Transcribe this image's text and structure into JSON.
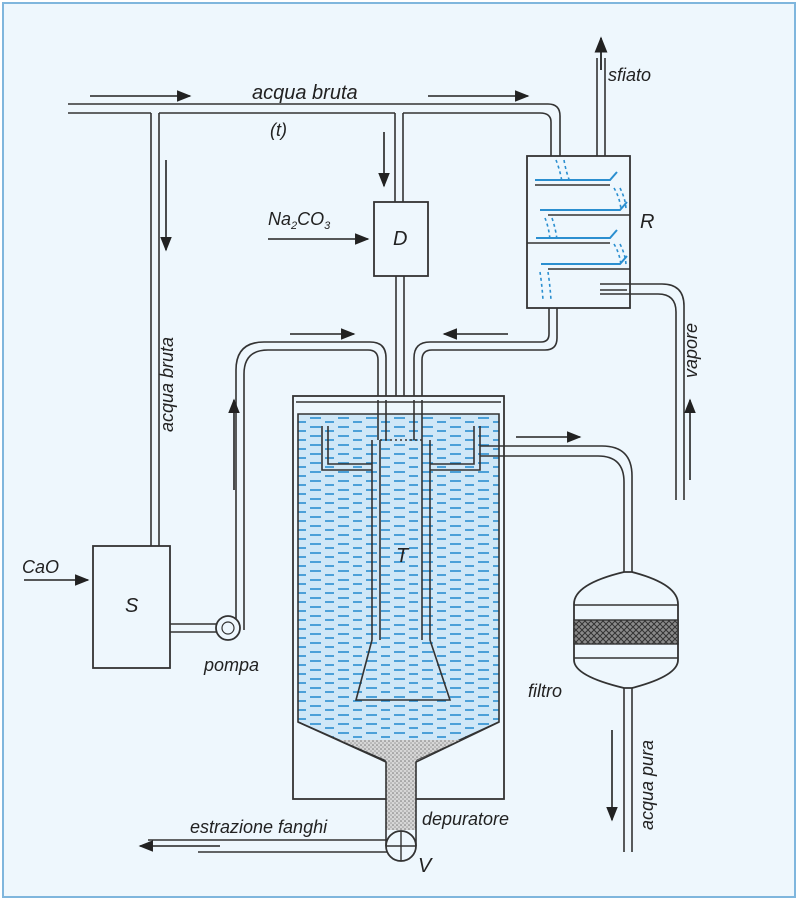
{
  "labels": {
    "acqua_bruta_top": "acqua bruta",
    "t_label": "(t)",
    "sfiato": "sfiato",
    "na2co3_pre": "Na",
    "na2co3_sub1": "2",
    "na2co3_mid": "CO",
    "na2co3_sub2": "3",
    "d_label": "D",
    "r_label": "R",
    "acqua_bruta_vertical": "acqua bruta",
    "vapore": "vapore",
    "t_tank": "T",
    "cao": "CaO",
    "s_label": "S",
    "pompa": "pompa",
    "filtro": "filtro",
    "acqua_pura": "acqua pura",
    "estrazione_fanghi": "estrazione fanghi",
    "depuratore": "depuratore",
    "v_label": "V"
  },
  "colors": {
    "water": "#2b8fd0",
    "water_fill": "#bfe0f5",
    "line": "#333333",
    "frame_bg": "#eef7fd",
    "frame_border": "#7fb6dd",
    "sludge": "#a8a8a8"
  }
}
